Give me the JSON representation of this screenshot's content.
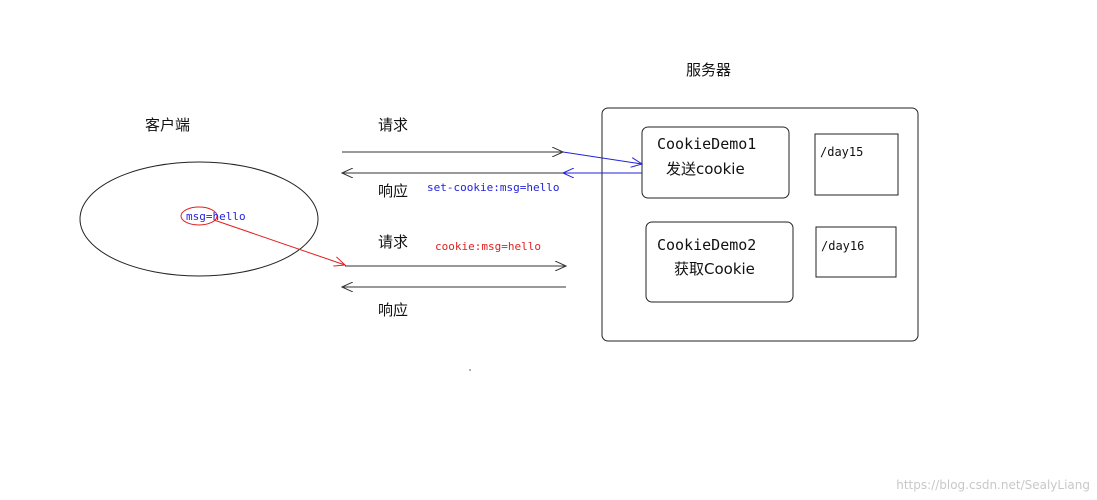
{
  "client": {
    "title": "客户端",
    "cookie_text": "msg=hello"
  },
  "server": {
    "title": "服务器",
    "demo1": {
      "name": "CookieDemo1",
      "action": "发送cookie",
      "path": "/day15"
    },
    "demo2": {
      "name": "CookieDemo2",
      "action": "获取Cookie",
      "path": "/day16"
    }
  },
  "exchange1": {
    "request_label": "请求",
    "response_label": "响应",
    "header_text": "set-cookie:msg=hello"
  },
  "exchange2": {
    "request_label": "请求",
    "response_label": "响应",
    "header_text": "cookie:msg=hello"
  },
  "watermark": "https://blog.csdn.net/SealyLiang",
  "colors": {
    "line": "#333333",
    "blue": "#2222dd",
    "red": "#e02020"
  }
}
